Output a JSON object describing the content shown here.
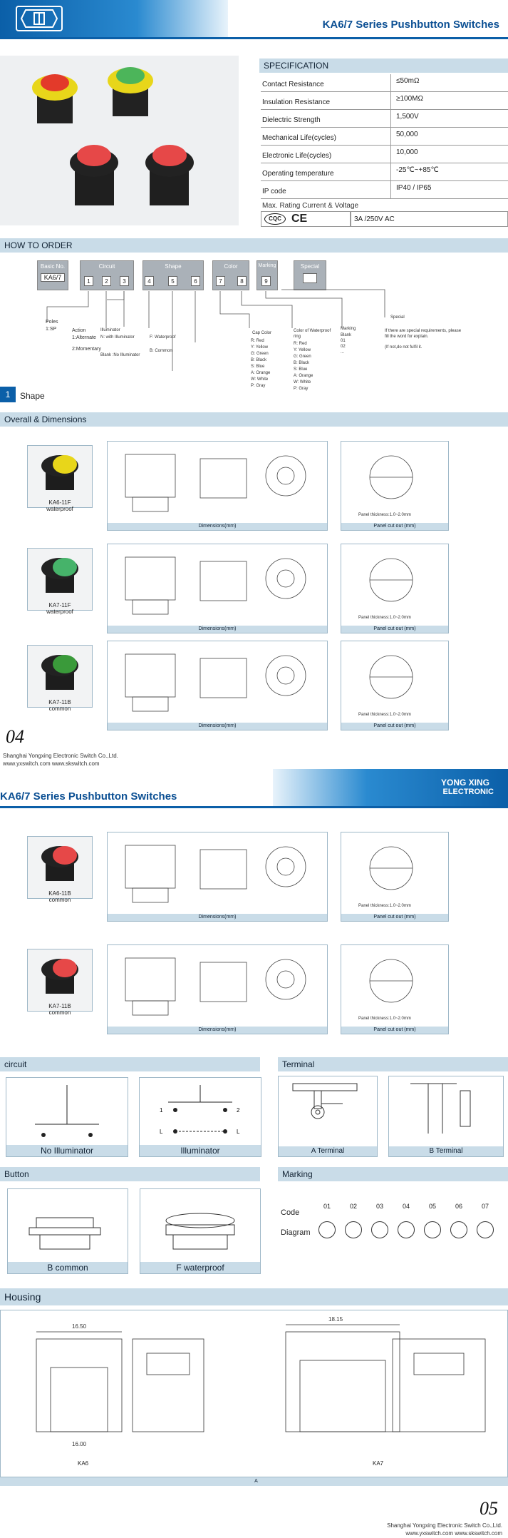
{
  "page1": {
    "title": "KA6/7 Series Pushbutton Switches",
    "spec_header": "SPECIFICATION",
    "specs": [
      {
        "k": "Contact Resistance",
        "v": "≤50mΩ"
      },
      {
        "k": "Insulation Resistance",
        "v": "≥100MΩ"
      },
      {
        "k": "Dielectric Strength",
        "v": "1,500V"
      },
      {
        "k": "Mechanical Life(cycles)",
        "v": "50,000"
      },
      {
        "k": "Electronic Life(cycles)",
        "v": "10,000"
      },
      {
        "k": "Operating temperature",
        "v": "-25℃~+85℃"
      },
      {
        "k": "IP code",
        "v": "IP40 / IP65"
      }
    ],
    "rating_label": "Max. Rating Current & Voltage",
    "rating_value": "3A /250V AC",
    "cert_cqc": "CQC",
    "cert_ce": "CE",
    "how_to_order": "HOW TO ORDER",
    "order_groups": [
      "Basic No.",
      "Circuit",
      "Shape",
      "Color",
      "Marking",
      "Special"
    ],
    "basic_no": "KA6/7",
    "nums": [
      "1",
      "2",
      "3",
      "4",
      "5",
      "6",
      "7",
      "8",
      "9"
    ],
    "poles": "Poles",
    "poles_v": "1:SP",
    "action": "Action",
    "action_1": "1:Alternate",
    "action_2": "2:Momentary",
    "illum": "Illuminator",
    "illum_n": "N: with Illuminator",
    "illum_b": "Blank :No Illuminator",
    "shape_f": "F: Waterproof",
    "shape_b": "B: Common",
    "cap_color": "Cap Color",
    "cap_colors": [
      "R: Red",
      "Y: Yellow",
      "G: Green",
      "B: Black",
      "S: Blue",
      "A: Orange",
      "W: White",
      "P: Gray"
    ],
    "ring_color": "Color of Waterproof ring",
    "ring_colors": [
      "R: Red",
      "Y: Yellow",
      "G: Green",
      "B: Black",
      "S: Blue",
      "A: Orange",
      "W: White",
      "P: Gray"
    ],
    "marking": "Marking",
    "marking_v": [
      "Blank",
      "01",
      "02",
      "..."
    ],
    "special": "Special",
    "special_text": "If there are special requirements, please fill the word for explain.",
    "special_text2": "(If not,do not fulfil it.",
    "shape_num": "1",
    "shape_title": "Shape",
    "overall": "Overall & Dimensions",
    "models": [
      {
        "name": "KA6-11F",
        "sub": "waterproof"
      },
      {
        "name": "KA7-11F",
        "sub": "waterproof"
      },
      {
        "name": "KA7-11B",
        "sub": "common"
      }
    ],
    "dim_cap": "Dimensions(mm)",
    "panel_cap": "Panel cut out (mm)",
    "panel_thk": "Panel thickness:1.0~2.0mm",
    "page_num": "04",
    "company": "Shanghai Yongxing Electronic Switch Co.,Ltd.",
    "web": "www.yxswitch.com www.skswitch.com"
  },
  "page2": {
    "title": "KA6/7 Series Pushbutton Switches",
    "brand": "YONG XING",
    "brand2": "ELECTRONIC",
    "models": [
      {
        "name": "KA6-11B",
        "sub": "common"
      },
      {
        "name": "KA7-11B",
        "sub": "common"
      }
    ],
    "dim_cap": "Dimensions(mm)",
    "panel_cap": "Panel cut out (mm)",
    "panel_thk": "Panel thickness:1.0~2.0mm",
    "circuit": "circuit",
    "terminal": "Terminal",
    "no_illum": "No Illuminator",
    "illum": "Illuminator",
    "term_a": "A Terminal",
    "term_b": "B Terminal",
    "button": "Button",
    "marking": "Marking",
    "btn_b": "B common",
    "btn_f": "F waterproof",
    "code_label": "Code",
    "diagram_label": "Diagram",
    "codes": [
      "01",
      "02",
      "03",
      "04",
      "05",
      "06",
      "07"
    ],
    "housing": "Housing",
    "ka6": "KA6",
    "ka7": "KA7",
    "housing_a": "A",
    "page_num": "05",
    "company": "Shanghai Yongxing Electronic Switch Co.,Ltd.",
    "web": "www.yxswitch.com www.skswitch.com"
  }
}
